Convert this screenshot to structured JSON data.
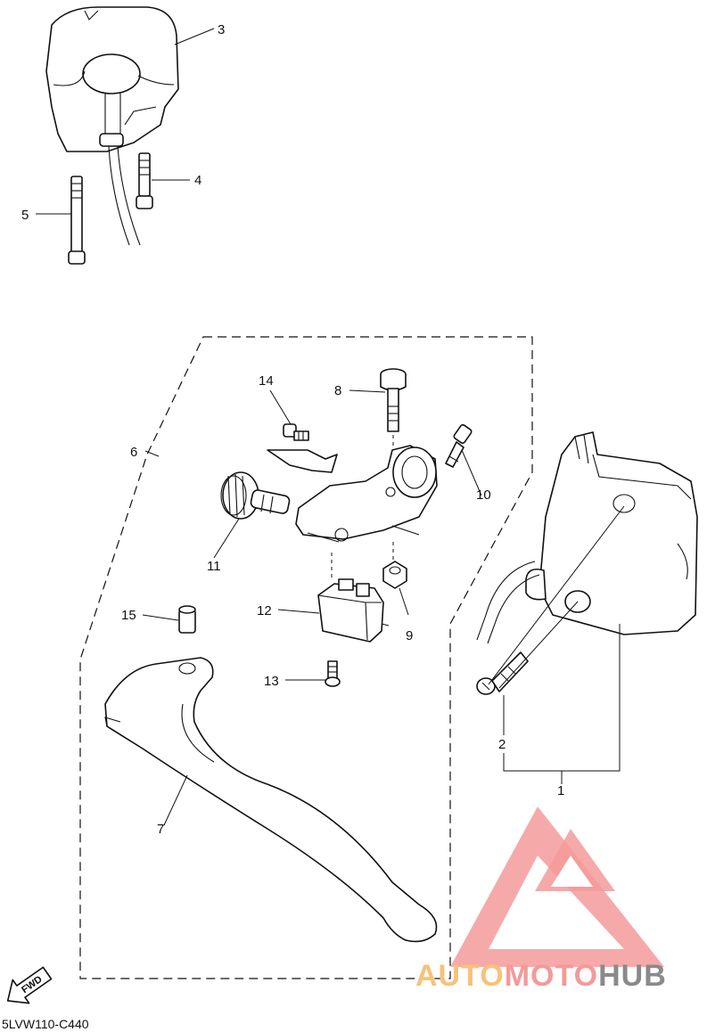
{
  "callouts": {
    "c1": "1",
    "c2": "2",
    "c3": "3",
    "c4": "4",
    "c5": "5",
    "c6": "6",
    "c7": "7",
    "c8": "8",
    "c9": "9",
    "c10": "10",
    "c11": "11",
    "c12": "12",
    "c13": "13",
    "c14": "14",
    "c15": "15"
  },
  "fwd_label": "FWD",
  "diagram_code": "5LVW110-C440",
  "watermark": {
    "part1": "AUTO",
    "part2": "MOTO",
    "part3": "HUB",
    "color_auto": "#f6c27a",
    "color_moto": "#f39a9a",
    "color_hub": "#8a8a8a"
  }
}
